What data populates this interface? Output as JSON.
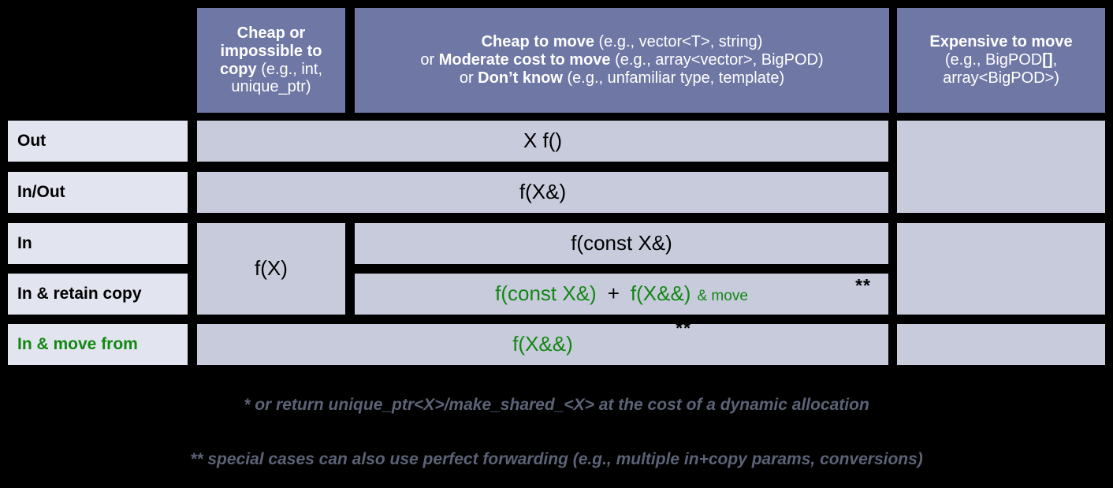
{
  "table": {
    "corner": "",
    "columns": [
      {
        "id": "cheap-or-impossible-to-copy",
        "bold_lead": "Cheap or impossible to copy",
        "detail": " (e.g., int, unique_ptr)",
        "full": "Cheap or impossible to copy (e.g., int, unique_ptr)"
      },
      {
        "id": "cheap-to-move",
        "line1_bold": "Cheap to move",
        "line1_detail": " (e.g., vector<T>, string)",
        "line2_prefix": "or ",
        "line2_bold": "Moderate cost to move",
        "line2_detail": " (e.g., array<vector>, BigPOD)",
        "line3_prefix": "or ",
        "line3_bold": "Don’t know",
        "line3_detail": " (e.g., unfamiliar type, template)",
        "full": "Cheap to move (e.g., vector<T>, string) or Moderate cost to move (e.g., array<vector>, BigPOD) or Don’t know (e.g., unfamiliar type, template)"
      },
      {
        "id": "expensive-to-move",
        "line1_bold": "Expensive to move",
        "line2": "(e.g., BigPOD",
        "line2_bold": "[]",
        "line2_tail": ",",
        "line3": "array<BigPOD>)",
        "full": "Expensive to move (e.g., BigPOD[], array<BigPOD>)"
      }
    ],
    "rows": [
      {
        "id": "out",
        "label": "Out",
        "label_color": "black"
      },
      {
        "id": "in-out",
        "label": "In/Out",
        "label_color": "black"
      },
      {
        "id": "in",
        "label": "In",
        "label_color": "black"
      },
      {
        "id": "in-retain-copy",
        "label": "In & retain copy",
        "label_color": "black"
      },
      {
        "id": "in-move-from",
        "label": "In & move from",
        "label_color": "green"
      }
    ],
    "cells": {
      "out_signature": "X f()",
      "inout_signature": "f(X&)",
      "in_cheap_copy_signature": "f(X)",
      "in_signature": "f(const X&)",
      "retain_copy_part1": "f(const X&)",
      "retain_copy_plus": "+",
      "retain_copy_part2": "f(X&&)",
      "retain_copy_part2_suffix": "& move",
      "retain_copy_stars": "**",
      "move_from_signature": "f(X&&)",
      "move_from_stars": "**"
    }
  },
  "footnotes": [
    {
      "id": "single-star",
      "text": "* or return unique_ptr<X>/make_shared_<X> at the cost of a dynamic allocation"
    },
    {
      "id": "double-star",
      "text": "** special cases can also use perfect forwarding (e.g., multiple in+copy params, conversions)"
    }
  ],
  "colors": {
    "background": "#000000",
    "header_fill": "#6F77A5",
    "header_text": "#FFFFFF",
    "row_label_fill": "#E2E5EF",
    "body_cell_fill": "#C7CBDC",
    "accent_green": "#128712",
    "footnote_text": "#5C6376"
  }
}
